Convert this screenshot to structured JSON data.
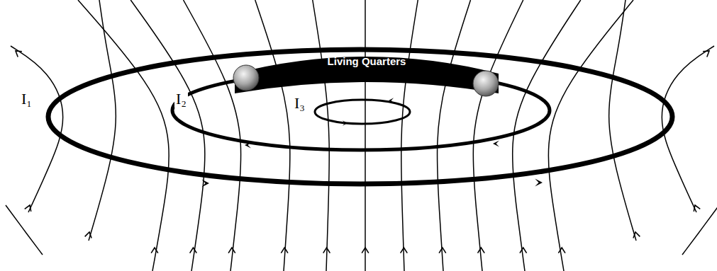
{
  "diagram": {
    "nodes": [
      {
        "text": [
          "Living Quarters"
        ]
      }
    ],
    "labels": [
      "I₁",
      "I₂",
      "I₃"
    ]
  }
}
